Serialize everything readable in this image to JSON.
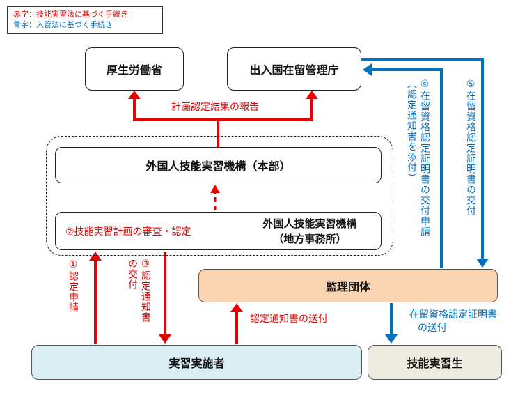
{
  "legend": {
    "red_line": "赤字：技能実習法に基づく手続き",
    "blue_line": "青字：入管法に基づく手続き"
  },
  "nodes": {
    "mhlw": "厚生労働省",
    "isa": "出入国在留管理庁",
    "otit_hq": "外国人技能実習機構（本部）",
    "otit_regional_line1": "外国人技能実習機構",
    "otit_regional_line2": "（地方事務所）",
    "review": "②技能実習計画の審査・認定",
    "supervising_org": "監理団体",
    "implementing_org": "実習実施者",
    "trainee": "技能実習生"
  },
  "labels": {
    "report": "計画認定結果の報告",
    "step1": "①認定申請",
    "step3_line1": "③認定通知書",
    "step3_line2": "の交付",
    "notice_send": "認定通知書の送付",
    "step4_line1": "④在留資格認定証明書の交付申請",
    "step4_line2": "（認定通知書を添付）",
    "step5": "⑤在留資格認定証明書の交付",
    "coe_send_line1": "在留資格認定証明書",
    "coe_send_line2": "の送付"
  },
  "colors": {
    "red": "#e60000",
    "blue": "#0070c0"
  }
}
